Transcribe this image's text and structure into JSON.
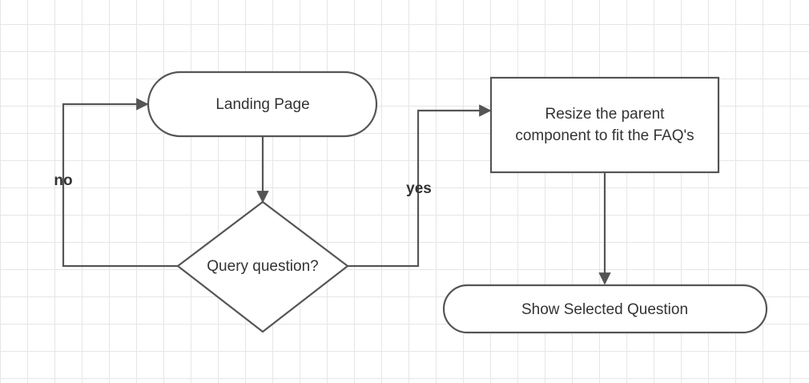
{
  "diagram": {
    "nodes": {
      "landing": {
        "label": "Landing Page"
      },
      "query": {
        "label": "Query question?"
      },
      "resize": {
        "line1": "Resize the parent",
        "line2": "component to fit the FAQ's"
      },
      "show": {
        "label": "Show Selected Question"
      }
    },
    "edges": {
      "no": {
        "label": "no"
      },
      "yes": {
        "label": "yes"
      }
    },
    "colors": {
      "stroke": "#555555",
      "text": "#333333",
      "grid": "#e6e6e6"
    }
  }
}
